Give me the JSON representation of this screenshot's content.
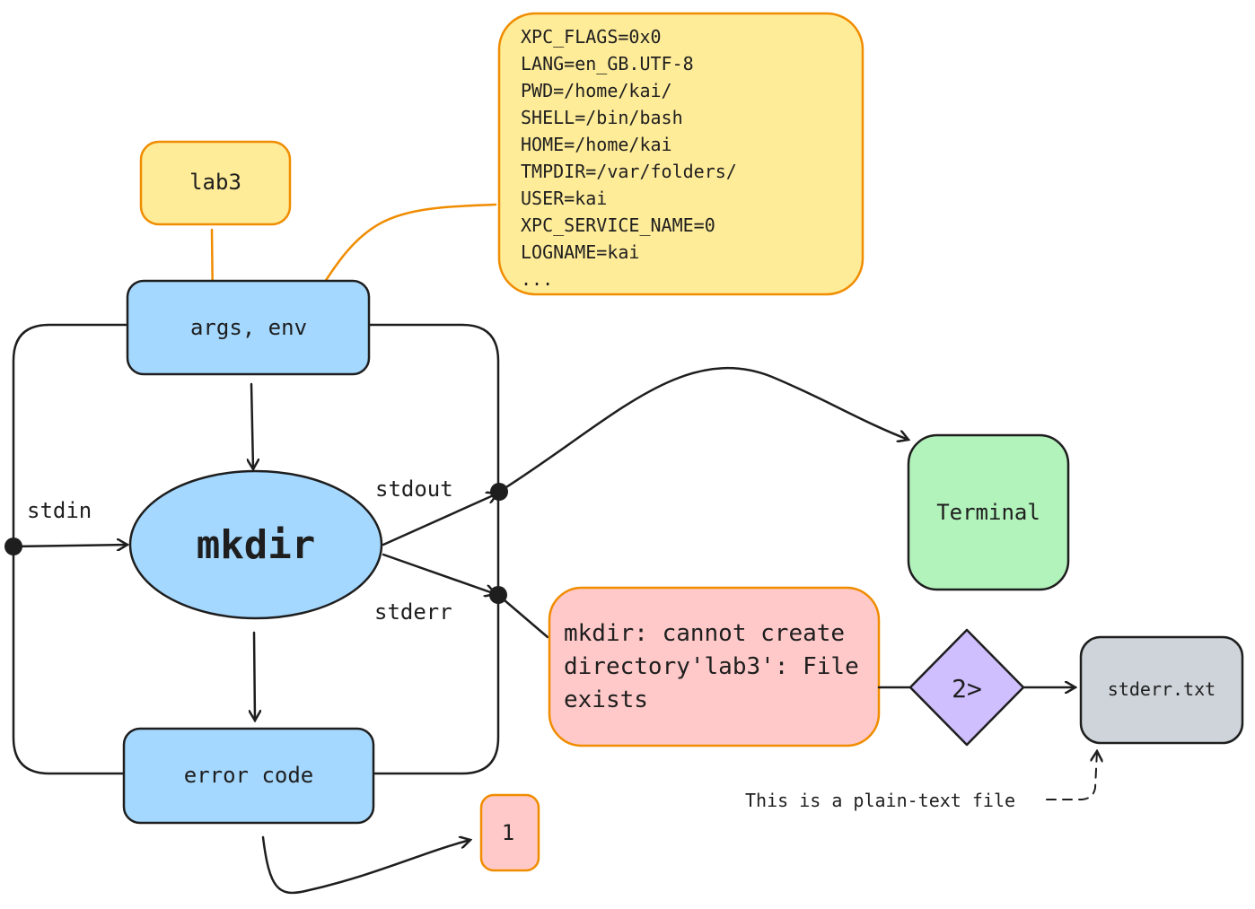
{
  "colors": {
    "blue_fill": "#a5d8ff",
    "yellow_fill": "#ffec99",
    "green_fill": "#b2f2bb",
    "red_fill": "#ffc9c9",
    "purple_fill": "#d0bfff",
    "gray_fill": "#ced4da",
    "orange_stroke": "#f08c00",
    "black_stroke": "#1e1e1e"
  },
  "nodes": {
    "arg_value": "lab3",
    "env_vars": [
      "XPC_FLAGS=0x0",
      "LANG=en_GB.UTF-8",
      "PWD=/home/kai/",
      "SHELL=/bin/bash",
      "HOME=/home/kai",
      "TMPDIR=/var/folders/",
      "USER=kai",
      "XPC_SERVICE_NAME=0",
      "LOGNAME=kai",
      "..."
    ],
    "args_env": "args, env",
    "process": "mkdir",
    "error_code": "error code",
    "exit_value": "1",
    "terminal": "Terminal",
    "error_message": [
      "mkdir: cannot create",
      "directory'lab3': File",
      "exists"
    ],
    "redirect": "2>",
    "stderr_file": "stderr.txt"
  },
  "labels": {
    "stdin": "stdin",
    "stdout": "stdout",
    "stderr": "stderr",
    "file_note": "This is a plain-text file"
  }
}
